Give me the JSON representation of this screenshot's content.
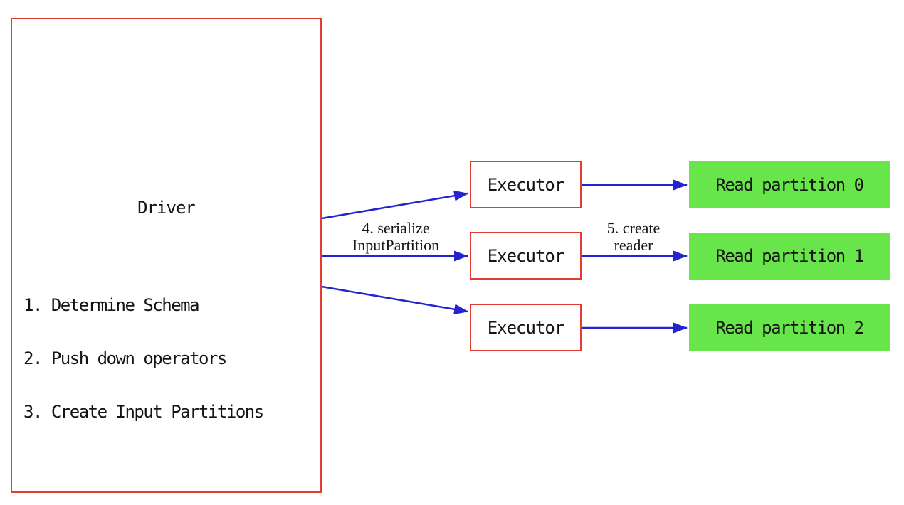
{
  "driver": {
    "title": "Driver",
    "steps": [
      "1. Determine Schema",
      "2. Push down operators",
      "3. Create Input Partitions"
    ]
  },
  "executors": [
    {
      "label": "Executor"
    },
    {
      "label": "Executor"
    },
    {
      "label": "Executor"
    }
  ],
  "partitions": [
    {
      "label": "Read partition 0"
    },
    {
      "label": "Read partition 1"
    },
    {
      "label": "Read partition 2"
    }
  ],
  "edge_labels": {
    "serialize": {
      "line1": "4. serialize",
      "line2": "InputPartition"
    },
    "create_reader": {
      "line1": "5. create",
      "line2": "reader"
    }
  },
  "colors": {
    "box_border_red": "#e23b32",
    "partition_green": "#68e54a",
    "arrow_blue": "#2323cf",
    "text_black": "#141414",
    "background": "#ffffff"
  }
}
